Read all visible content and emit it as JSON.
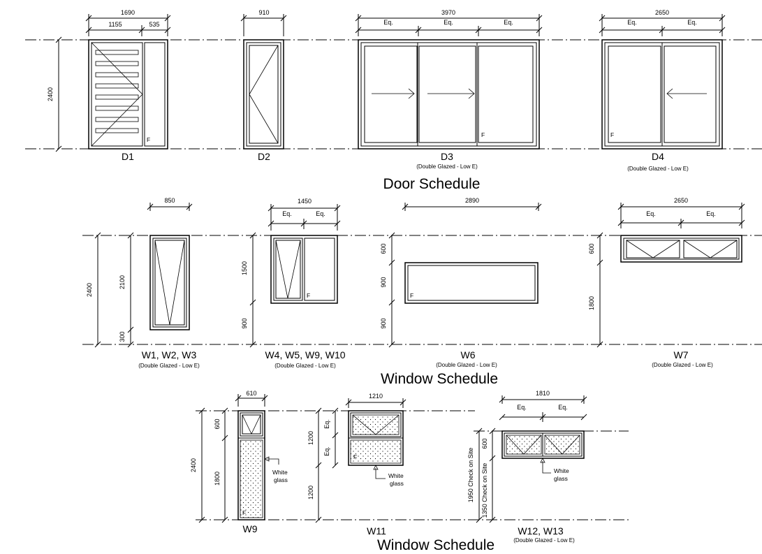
{
  "titles": {
    "door_schedule": "Door Schedule",
    "window_schedule_1": "Window Schedule",
    "window_schedule_2": "Window Schedule"
  },
  "labels": {
    "d1": "D1",
    "d2": "D2",
    "d3": "D3",
    "d4": "D4",
    "w1": "W1, W2, W3",
    "w4": "W4, W5, W9, W10",
    "w6": "W6",
    "w7": "W7",
    "w9": "W9",
    "w11": "W11",
    "w12": "W12, W13"
  },
  "notes": {
    "glazing": "(Double Glazed - Low E)",
    "f": "F",
    "white": "White",
    "glass": "glass",
    "check1950": "1950 Check on Site",
    "check1350": "1350 Check on Site"
  },
  "dims": {
    "d1_total": "1690",
    "d1_a": "1155",
    "d1_b": "535",
    "d1_h": "2400",
    "d2_w": "910",
    "d3_w": "3970",
    "eq": "Eq.",
    "d4_w": "2650",
    "w1_w": "850",
    "w1_h2400": "2400",
    "w1_h2100": "2100",
    "w1_h300": "300",
    "w4_w": "1450",
    "w4_h1500": "1500",
    "w4_h900": "900",
    "w6_w": "2890",
    "w6_h600": "600",
    "w6_h900a": "900",
    "w6_h900b": "900",
    "w7_w": "2650",
    "w7_h600": "600",
    "w7_h1800": "1800",
    "w9_w": "610",
    "w9_h2400": "2400",
    "w9_h600": "600",
    "w9_h1800": "1800",
    "w11_w": "1210",
    "w11_h1200a": "1200",
    "w11_h1200b": "1200",
    "w12_w": "1810",
    "w12_h600": "600"
  }
}
